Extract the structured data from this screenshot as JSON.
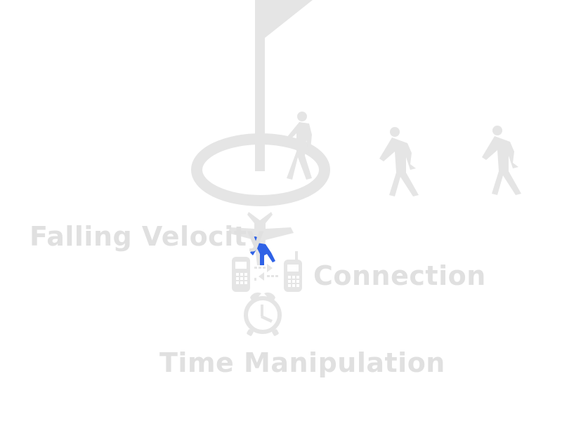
{
  "labels": {
    "falling_velocity": "Falling Velocity",
    "connection": "Connection",
    "time_manipulation": "Time Manipulation"
  },
  "icons": {
    "goal": "flag-on-ring-icon",
    "walkers": [
      "walking-person-icon",
      "walking-person-icon",
      "walking-person-icon"
    ],
    "plane": "airplane-icon",
    "player": "falling-person-icon",
    "connection": "two-phones-link-icon",
    "time": "alarm-clock-icon"
  },
  "colors": {
    "inactive": "#e5e5e5",
    "label": "#e0e0e0",
    "player": "#2f62e6",
    "background": "#ffffff"
  }
}
